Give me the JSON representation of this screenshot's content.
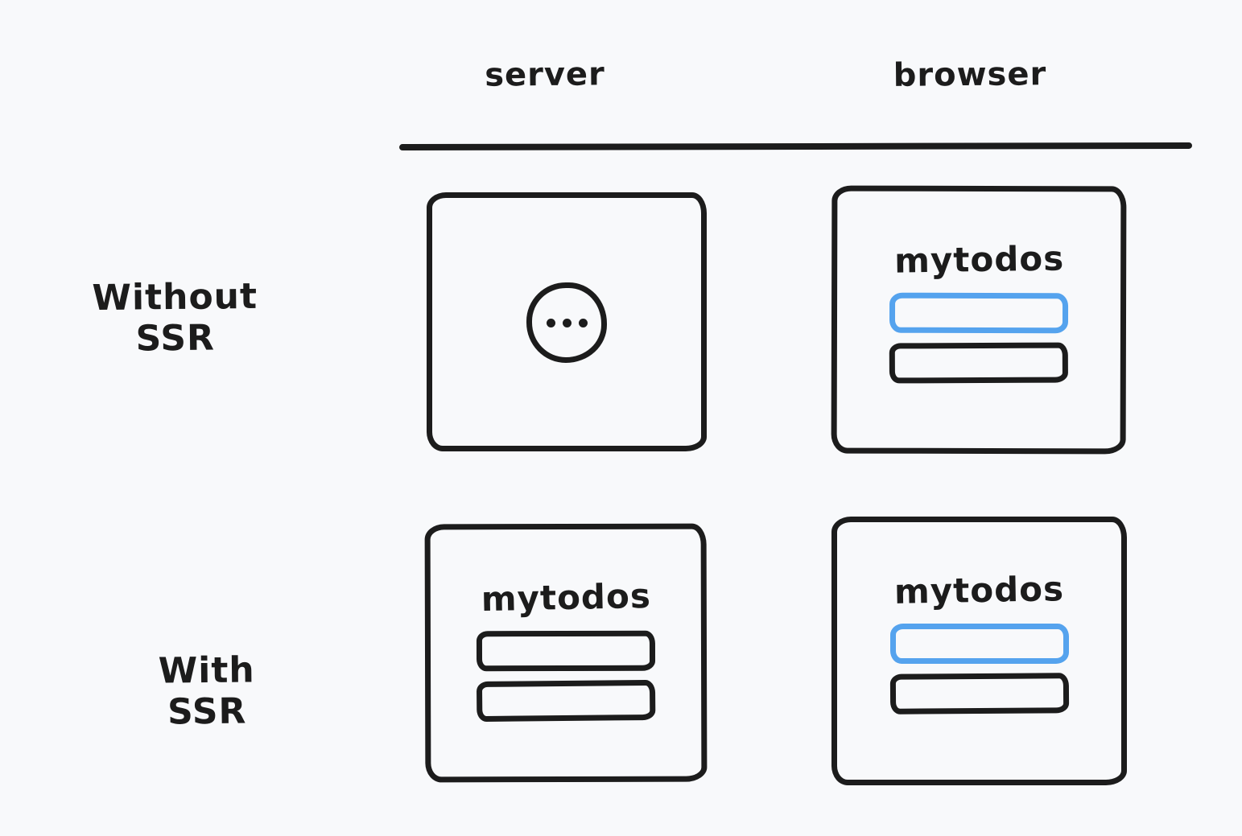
{
  "page": {
    "colors": {
      "background": "#f8f9fb",
      "ink": "#1c1c1c",
      "accent": "#55a3ee"
    }
  },
  "columns": {
    "server": "server",
    "browser": "browser"
  },
  "rows": {
    "without_ssr": {
      "label": "Without SSR",
      "server": {
        "icon": "ellipsis-loading-icon"
      },
      "browser": {
        "title": "mytodos",
        "fields": [
          {
            "style": "highlighted",
            "color": "#55a3ee"
          },
          {
            "style": "normal",
            "color": "#1c1c1c"
          }
        ]
      }
    },
    "with_ssr": {
      "label": "With SSR",
      "server": {
        "title": "mytodos",
        "fields": [
          {
            "style": "normal",
            "color": "#1c1c1c"
          },
          {
            "style": "normal",
            "color": "#1c1c1c"
          }
        ]
      },
      "browser": {
        "title": "mytodos",
        "fields": [
          {
            "style": "highlighted",
            "color": "#55a3ee"
          },
          {
            "style": "normal",
            "color": "#1c1c1c"
          }
        ]
      }
    }
  }
}
